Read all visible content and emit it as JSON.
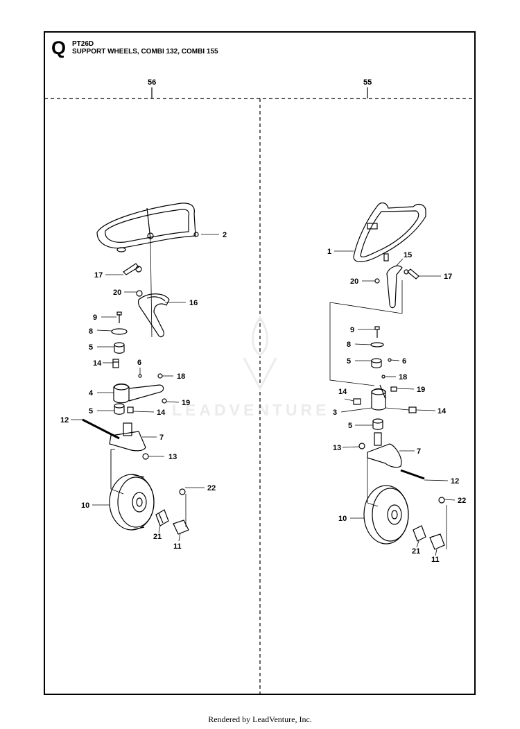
{
  "page": {
    "section_letter": "Q",
    "part_code": "PT26D",
    "title": "SUPPORT WHEELS, COMBI 132, COMBI 155",
    "footer": "Rendered by LeadVenture, Inc.",
    "watermark": "LEADVENTURE"
  },
  "sections": [
    {
      "id": "left",
      "label": "56"
    },
    {
      "id": "right",
      "label": "55"
    }
  ],
  "callouts_left": [
    {
      "n": "2"
    },
    {
      "n": "17"
    },
    {
      "n": "20"
    },
    {
      "n": "16"
    },
    {
      "n": "9"
    },
    {
      "n": "8"
    },
    {
      "n": "5"
    },
    {
      "n": "14"
    },
    {
      "n": "6"
    },
    {
      "n": "18"
    },
    {
      "n": "4"
    },
    {
      "n": "19"
    },
    {
      "n": "5"
    },
    {
      "n": "14"
    },
    {
      "n": "12"
    },
    {
      "n": "7"
    },
    {
      "n": "13"
    },
    {
      "n": "22"
    },
    {
      "n": "10"
    },
    {
      "n": "21"
    },
    {
      "n": "11"
    }
  ],
  "callouts_right": [
    {
      "n": "1"
    },
    {
      "n": "15"
    },
    {
      "n": "17"
    },
    {
      "n": "20"
    },
    {
      "n": "9"
    },
    {
      "n": "8"
    },
    {
      "n": "5"
    },
    {
      "n": "6"
    },
    {
      "n": "18"
    },
    {
      "n": "19"
    },
    {
      "n": "14"
    },
    {
      "n": "3"
    },
    {
      "n": "14"
    },
    {
      "n": "5"
    },
    {
      "n": "13"
    },
    {
      "n": "7"
    },
    {
      "n": "12"
    },
    {
      "n": "22"
    },
    {
      "n": "10"
    },
    {
      "n": "21"
    },
    {
      "n": "11"
    }
  ]
}
